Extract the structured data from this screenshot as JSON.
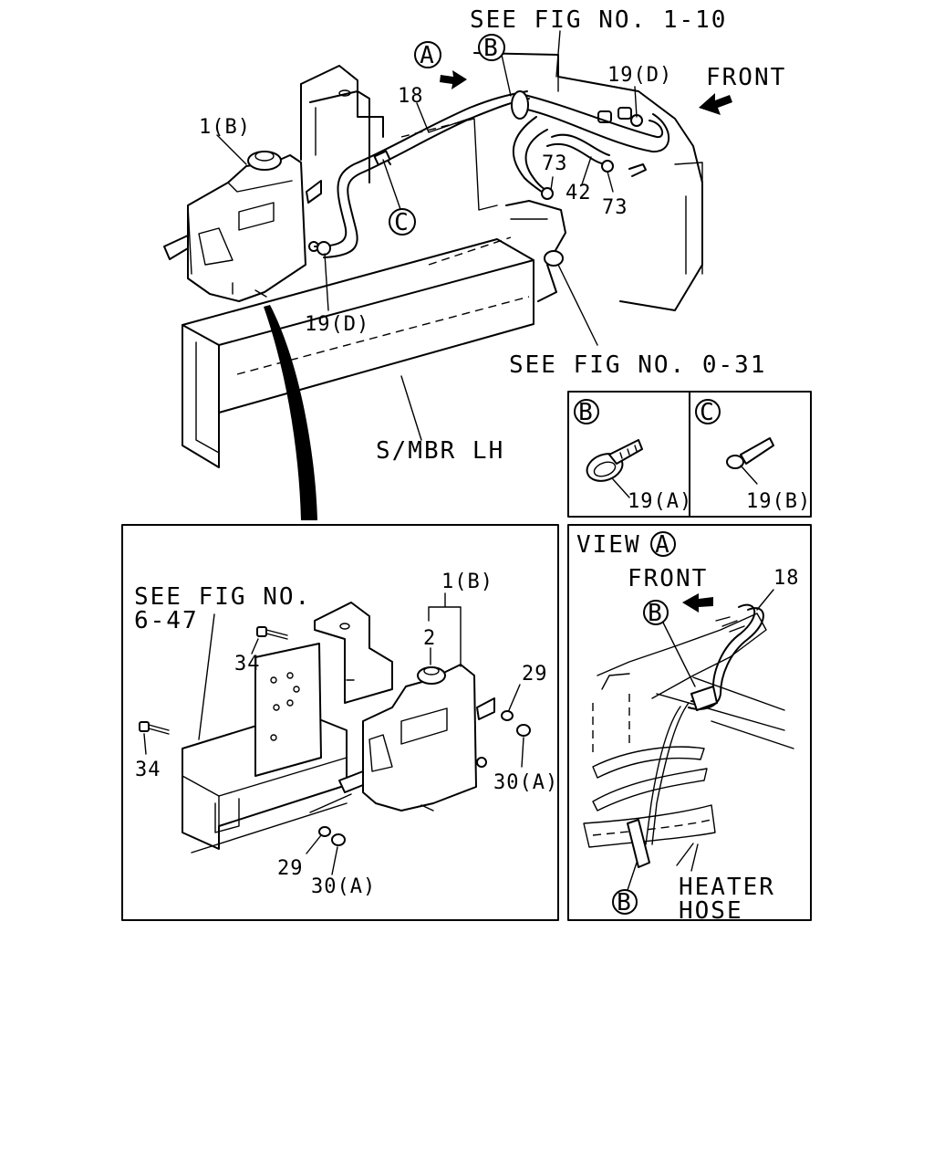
{
  "callouts": {
    "A": "A",
    "B": "B",
    "C": "C"
  },
  "main_view": {
    "ref_fig_1_10": "SEE FIG NO. 1-10",
    "ref_fig_0_31": "SEE FIG NO. 0-31",
    "front_label": "FRONT",
    "side_member_label": "S/MBR LH",
    "parts": {
      "p18": "18",
      "p1b": "1(B)",
      "p19d_top": "19(D)",
      "p19d_left": "19(D)",
      "p73_a": "73",
      "p73_b": "73",
      "p42": "42"
    }
  },
  "detail_b": {
    "part": "19(A)"
  },
  "detail_c": {
    "part": "19(B)"
  },
  "inset": {
    "ref_fig_line1": "SEE FIG NO.",
    "ref_fig_line2": "6-47",
    "parts": {
      "p1b": "1(B)",
      "p2": "2",
      "p29_right": "29",
      "p30a_right": "30(A)",
      "p34_top": "34",
      "p34_left": "34",
      "p29_bottom": "29",
      "p30a_bottom": "30(A)"
    }
  },
  "view_a": {
    "title": "VIEW",
    "front_label": "FRONT",
    "p18": "18",
    "heater_line1": "HEATER",
    "heater_line2": "HOSE"
  }
}
